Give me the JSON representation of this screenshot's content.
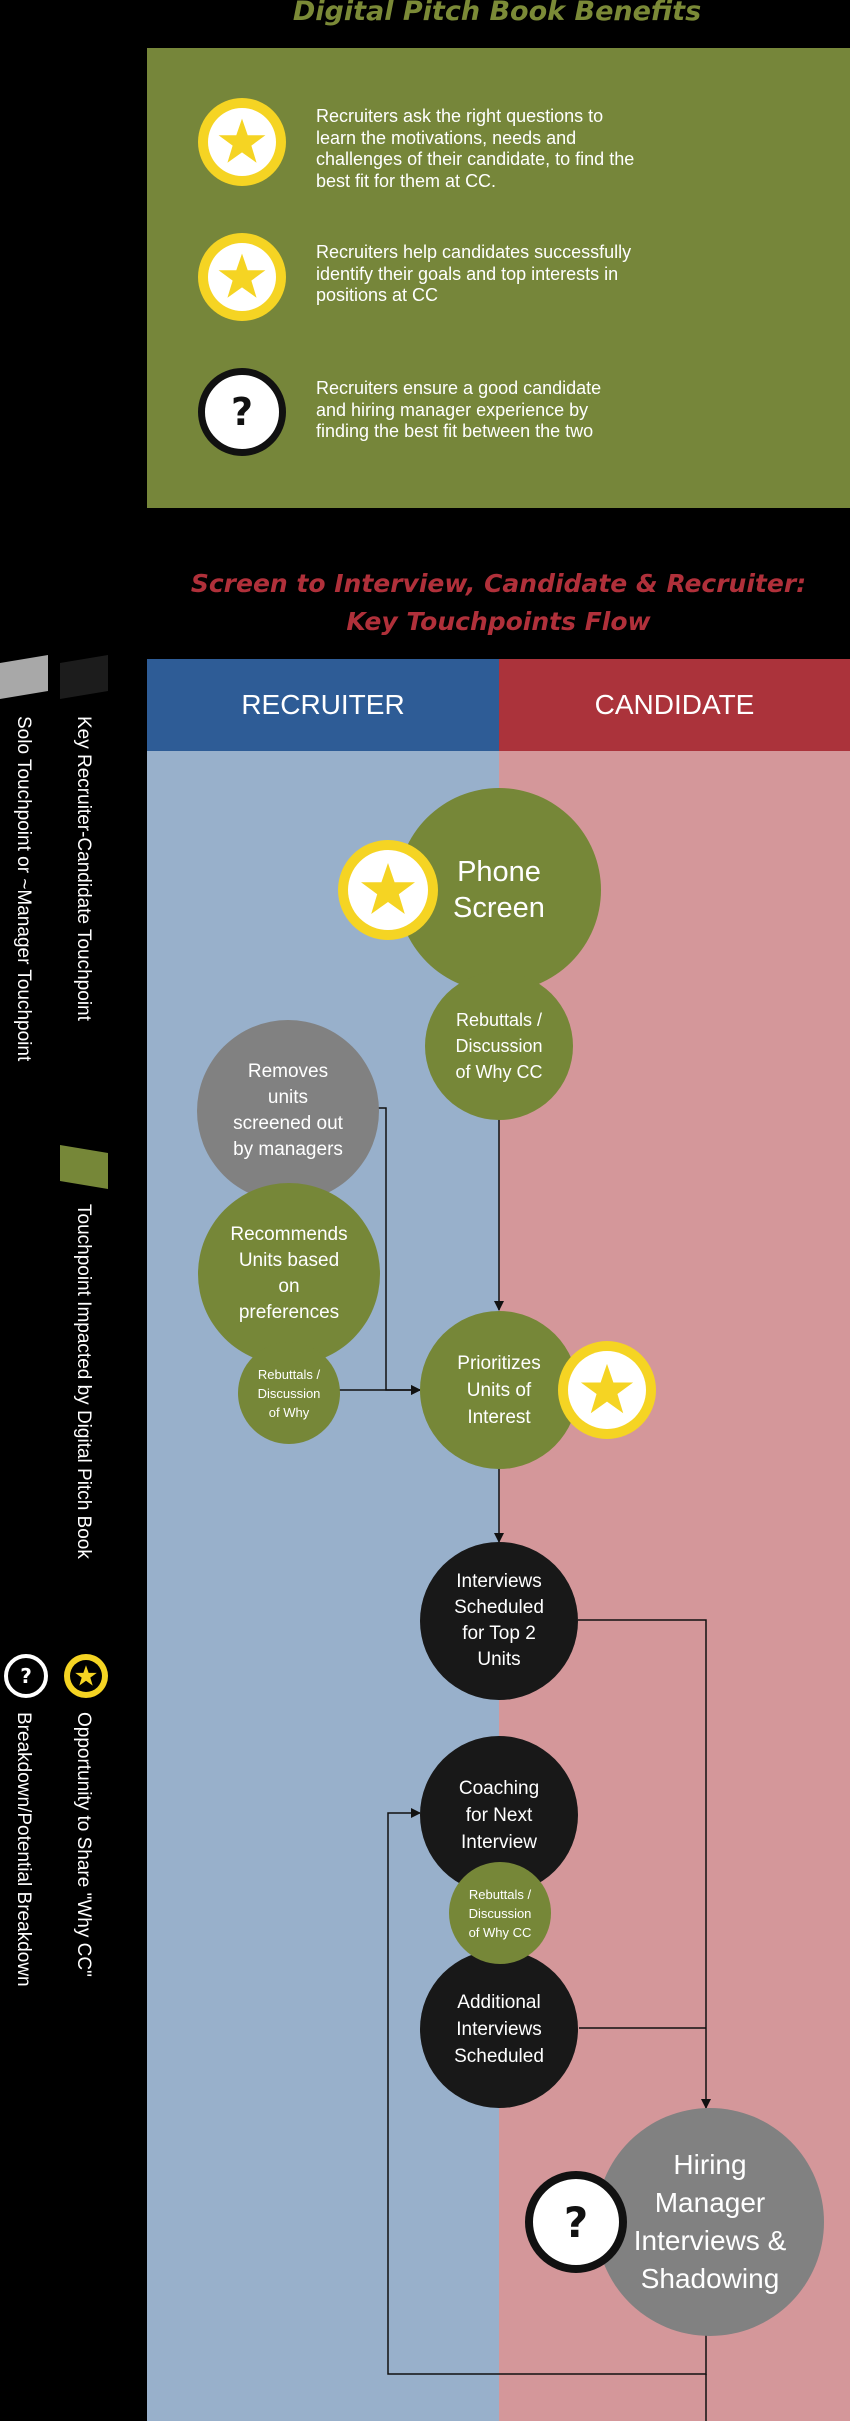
{
  "page_title": "Digital Pitch Book Benefits",
  "benefits": [
    {
      "icon": "star-icon",
      "text": "Recruiters ask the right questions to learn the motivations, needs and challenges of their candidate, to find the best fit for them at CC."
    },
    {
      "icon": "star-icon",
      "text": "Recruiters help candidates successfully identify their goals and top interests in positions at CC"
    },
    {
      "icon": "question-icon",
      "text": "Recruiters ensure a good candidate and hiring manager experience by finding the best fit between the two"
    }
  ],
  "question_glyph": "?",
  "flow_title_line1": "Screen to Interview, Candidate & Recruiter:",
  "flow_title_line2": "Key Touchpoints Flow",
  "columns": {
    "recruiter": "RECRUITER",
    "candidate": "CANDIDATE"
  },
  "nodes": {
    "phone_screen": [
      "Phone",
      "Screen"
    ],
    "rebuttals_1": [
      "Rebuttals /",
      "Discussion",
      "of Why CC"
    ],
    "removes_units": [
      "Removes",
      "units",
      "screened out",
      "by managers"
    ],
    "recommends_units": [
      "Recommends",
      "Units based",
      "on",
      "preferences"
    ],
    "rebuttals_2": [
      "Rebuttals /",
      "Discussion",
      "of Why"
    ],
    "prioritizes": [
      "Prioritizes",
      "Units of",
      "Interest"
    ],
    "interviews_scheduled": [
      "Interviews",
      "Scheduled",
      "for Top 2",
      "Units"
    ],
    "coaching": [
      "Coaching",
      "for Next",
      "Interview"
    ],
    "rebuttals_3": [
      "Rebuttals /",
      "Discussion",
      "of Why CC"
    ],
    "additional_interviews": [
      "Additional",
      "Interviews",
      "Scheduled"
    ],
    "hiring_manager": [
      "Hiring",
      "Manager",
      "Interviews &",
      "Shadowing"
    ]
  },
  "legend": {
    "key_touchpoint": "Key Recruiter-Candidate Touchpoint",
    "solo_touchpoint": "Solo Touchpoint or ~Manager Touchpoint",
    "impacted": "Touchpoint Impacted by Digital Pitch Book",
    "opportunity": "Opportunity to Share \"Why CC\"",
    "breakdown": "Breakdown/Potential Breakdown"
  },
  "colors": {
    "green": "#768738",
    "yellow": "#f5d423",
    "recruiter_header": "#2e5c96",
    "candidate_header": "#ab333b",
    "recruiter_body": "#98b0cb",
    "candidate_body": "#d4979a",
    "title_green": "#7b8a37",
    "title_red": "#b0303a"
  }
}
